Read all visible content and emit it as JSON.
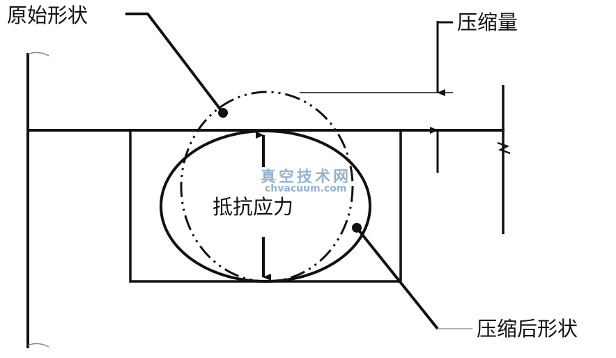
{
  "labels": {
    "original_shape": "原始形状",
    "compression_amount": "压缩量",
    "resisting_stress": "抵抗应力",
    "compressed_shape": "压缩后形状"
  },
  "watermark": {
    "title": "真空技术网",
    "url": "chvacuum.com"
  }
}
